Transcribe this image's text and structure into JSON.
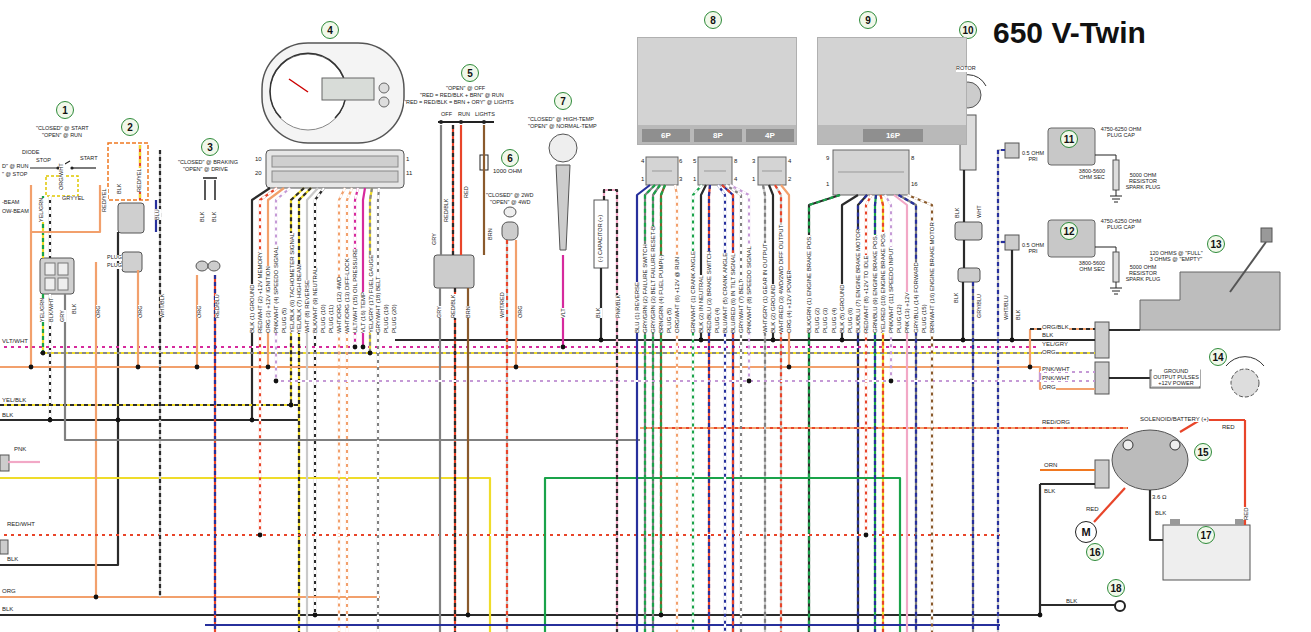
{
  "diagram": {
    "title": "650 V-Twin",
    "nodes": [
      {
        "text": [
          "1"
        ]
      },
      {
        "text": [
          "2"
        ]
      },
      {
        "text": [
          "3"
        ]
      },
      {
        "text": [
          "4"
        ]
      },
      {
        "text": [
          "5"
        ]
      },
      {
        "text": [
          "6"
        ]
      },
      {
        "text": [
          "7"
        ]
      },
      {
        "text": [
          "8"
        ]
      },
      {
        "text": [
          "9"
        ]
      },
      {
        "text": [
          "10"
        ]
      },
      {
        "text": [
          "11"
        ]
      },
      {
        "text": [
          "12"
        ]
      },
      {
        "text": [
          "13"
        ]
      },
      {
        "text": [
          "14"
        ]
      },
      {
        "text": [
          "15"
        ]
      },
      {
        "text": [
          "16"
        ]
      },
      {
        "text": [
          "17"
        ]
      },
      {
        "text": [
          "18"
        ]
      },
      {
        "text": [
          "6P",
          "8P",
          "4P"
        ]
      },
      {
        "text": [
          "16P"
        ]
      },
      {
        "text": [
          "M"
        ]
      }
    ],
    "labels": [
      "\"CLOSED\" @ START",
      "\"OPEN\" @ RUN",
      "D\" @ RUN",
      "\" @ STOP",
      "DIODE",
      "STOP",
      "START",
      "-BEAM",
      "OW-BEAM",
      "ORG/WHT",
      "GRY",
      "YEL/GRN",
      "YEL",
      "BLK",
      "RED/YEL",
      "RED/YEL",
      "BLU",
      "\"CLOSED\" @ BRAKING",
      "\"OPEN\" @ DRIVE",
      "BLK",
      "BLK",
      "YEL/GRN",
      "BLK/WHT",
      "GRY",
      "BLK",
      "PLUG",
      "PLUG",
      "ORG",
      "ORG",
      "WHT/BLK",
      "ORG",
      "RED/BLU",
      "10",
      "20",
      "1",
      "11",
      "BLK (1) GROUND",
      "RED/WHT (2) +12V MEMORY",
      "ORG (3) +12V IGNITION",
      "PNK/WHT (4) SPEEDO SIGNAL",
      "PLUG (5)",
      "YEL/BLK (6) TACHOMETER SIGNAL",
      "YEL/BLK (7) HIGH BEAM",
      "WHT (8) REVERSE",
      "BLK/WHT (9) NEUTRAL",
      "PLUG (10)",
      "PLUG (11)",
      "WHT/ORG (12) 4WD",
      "WHT/ORG (13) DIFF-LOCK",
      "ULT/WHT (15) OIL PRESSURE",
      "VLT (16) TEMP",
      "YEL/GRY (17) FUEL GAUGE",
      "GRY/WHT (18) BELT",
      "PLUG (19)",
      "PLUG (20)",
      "\"OPEN\" @ OFF",
      "\"RED = RED/BLK + BRN\" @ RUN",
      "\"RED = RED/BLK = BRN + ORY\" @ LIGHTS",
      "OFF",
      "RUN",
      "LIGHTS",
      "GRY",
      "RED/BLK",
      "RED",
      "BRN",
      "1000 OHM",
      "\"CLOSED\" @ 2WD",
      "\"OPEN\" @ 4WD",
      "\"CLOSED\" @ HIGH-TEMP",
      "\"OPEN\" @ NORMAL-TEMP",
      "(-) CAPACITOR (+)",
      "GRY",
      "RED/BLK",
      "BRN",
      "WHT/RED",
      "ORG",
      "VLT",
      "BLK",
      "PNK/BLK",
      "4",
      "1",
      "6",
      "3",
      "5",
      "1",
      "8",
      "4",
      "3",
      "1",
      "4",
      "2",
      "9",
      "1",
      "8",
      "16",
      "BLU (1) REVERSE",
      "GRY/GRN (2) FAILURE SWITCH",
      "GRY/GRN (3) BELT FAILURE RESET-B",
      "BRN/GRN (4) FUEL PUMP(-)",
      "PLUG (5)",
      "ORG/WHT (6) +12V @ RUN",
      "GRN/WHT (1) CRANK ANGLE",
      "BLK (2) IN NEUTRAL",
      "RED/BLU (3) BRAKE SWITCH",
      "PLUG (4)",
      "BLU/WHT (5) CRANK ANGLE",
      "BLU/RED (6) IN TILT SIGNAL",
      "GRY/WHT (7) BELT",
      "PNK/WHT (8) SPEEDO SIGNAL",
      "WHT/GRY (1) GEAR IN OUTPUT",
      "BLK (2) GROUND",
      "WHT/RED (3) 4WD/2WD DIFF OUTPUT",
      "ORG (4) +12V POWER",
      "BLK/GRN (1) ENGINE BRAKE POS.",
      "PLUG (2)",
      "PLUG (3)",
      "PLUG (4)",
      "BLK (5) GROUND",
      "PLUG (6)",
      "BLK/BLU (7) ENGINE BRAKE MOTOR",
      "RED/WHT (8) +12V TO IDLE",
      "GRN/BLU (9) ENGINE BRAKE POS.",
      "YEL/RED (10) ENGINE BRAKE POS.",
      "PNK/WHT (11) SPEEDO INPUT",
      "PLUG (12)",
      "PNK (13) +12V",
      "GRY/BLU (14) FORWARD",
      "PLUG (15)",
      "BRN/WHT (16) ENGINE BRAKE MOTOR",
      "ROTOR",
      "BLK",
      "WHT",
      "BLK",
      "GRY/BLU",
      "4750-6250 OHM PLUG CAP",
      "0.5 OHM PRI",
      "3800-5600 OHM SEC",
      "5000 OHM RESISTOR SPARK PLUG",
      "4750-6250 OHM PLUG CAP",
      "0.5 OHM PRI",
      "3800-5600 OHM SEC",
      "5000 OHM RESISTOR SPARK PLUG",
      "WHT/BLU",
      "BLK",
      "120 OHMS @ \"FULL\" 3 OHMS @ \"EMPTY\"",
      "ORG/BLK",
      "BLK",
      "YEL/GRY",
      "ORG",
      "PNK/WHT",
      "PNK/WHT",
      "ORG",
      "GROUND OUTPUT PULSES +12V POWER",
      "RED/ORG",
      "SOLENOID/BATTERY (+)",
      "RED",
      "ORN",
      "BLK",
      "3.6 Ω",
      "RED",
      "BLK",
      "RED",
      "BLK",
      "VLT/WHT",
      "YEL/BLK",
      "BLK",
      "PNK",
      "RED/WHT",
      "BLK",
      "ORG",
      "BLK"
    ]
  }
}
